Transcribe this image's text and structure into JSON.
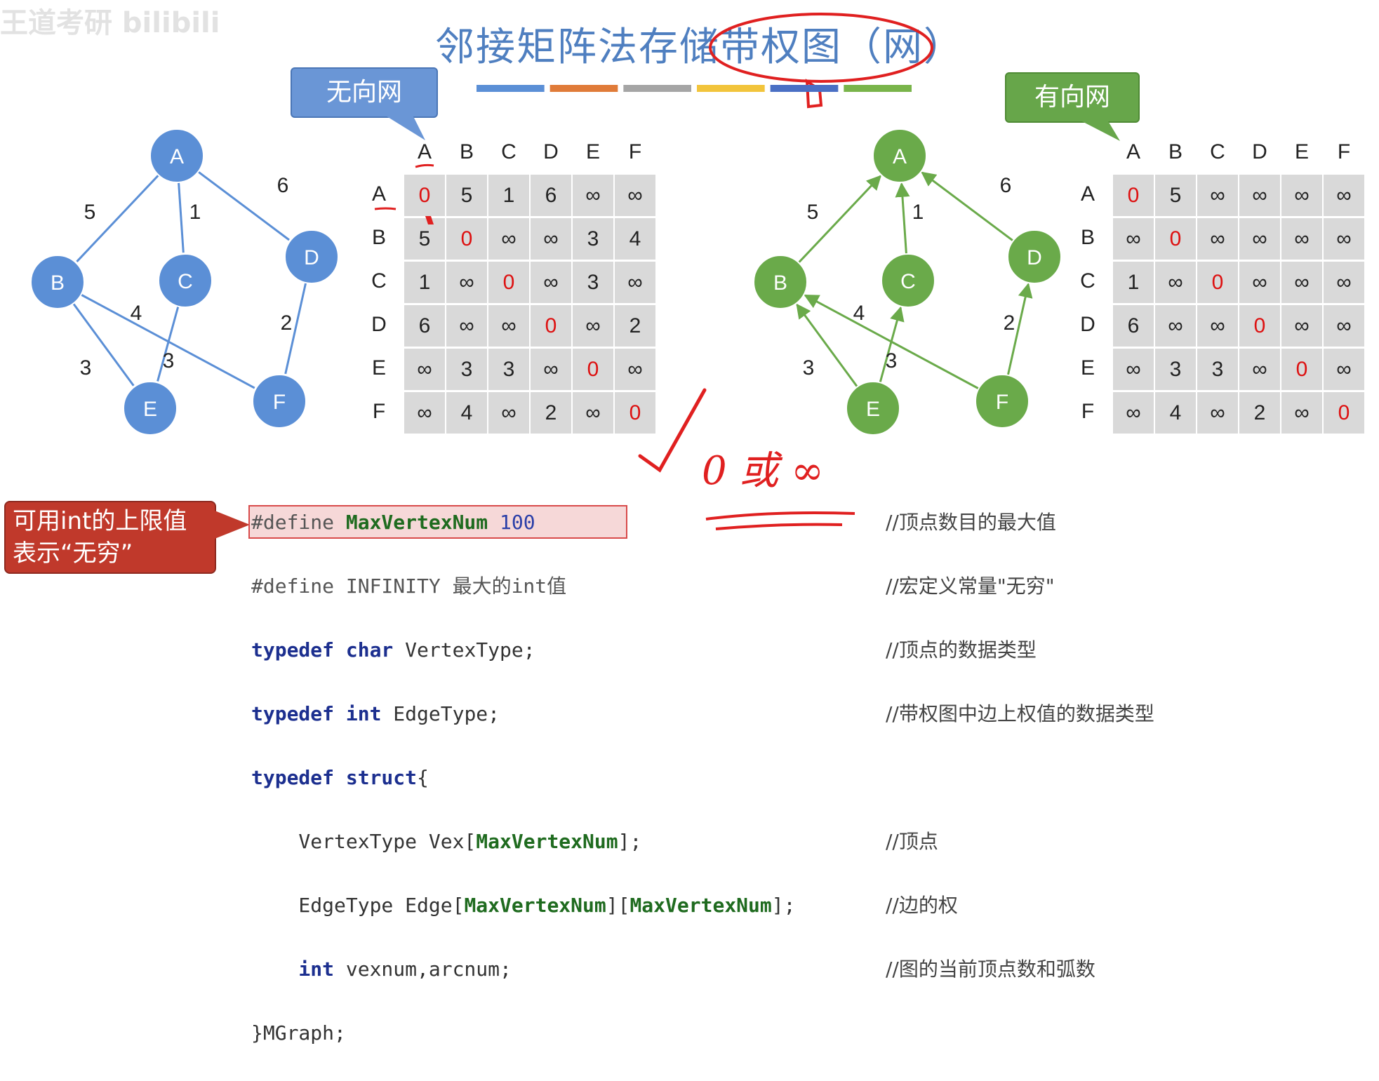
{
  "title": "邻接矩阵法存储带权图（网）",
  "watermark": "王道考研 bilibili",
  "colorbar_colors": [
    "#5b8fd6",
    "#e07b39",
    "#a5a5a5",
    "#f2c43b",
    "#4a6fc4",
    "#79b44a"
  ],
  "callouts": {
    "undirected": "无向网",
    "directed": "有向网"
  },
  "undirected_graph": {
    "color": "#5b8fd6",
    "nodes": [
      "A",
      "B",
      "C",
      "D",
      "E",
      "F"
    ],
    "edges": [
      {
        "from": "A",
        "to": "B",
        "weight": "5"
      },
      {
        "from": "A",
        "to": "C",
        "weight": "1"
      },
      {
        "from": "A",
        "to": "D",
        "weight": "6"
      },
      {
        "from": "B",
        "to": "E",
        "weight": "3"
      },
      {
        "from": "B",
        "to": "F",
        "weight": "4"
      },
      {
        "from": "C",
        "to": "E",
        "weight": "3"
      },
      {
        "from": "D",
        "to": "F",
        "weight": "2"
      }
    ]
  },
  "directed_graph": {
    "color": "#6aaa4a",
    "nodes": [
      "A",
      "B",
      "C",
      "D",
      "E",
      "F"
    ],
    "edges": [
      {
        "from": "B",
        "to": "A",
        "weight": "5"
      },
      {
        "from": "C",
        "to": "A",
        "weight": "1"
      },
      {
        "from": "D",
        "to": "A",
        "weight": "6"
      },
      {
        "from": "E",
        "to": "B",
        "weight": "3"
      },
      {
        "from": "F",
        "to": "B",
        "weight": "4"
      },
      {
        "from": "E",
        "to": "C",
        "weight": "3"
      },
      {
        "from": "F",
        "to": "D",
        "weight": "2"
      }
    ]
  },
  "matrix_headers": [
    "A",
    "B",
    "C",
    "D",
    "E",
    "F"
  ],
  "undirected_matrix": [
    [
      "0",
      "5",
      "1",
      "6",
      "∞",
      "∞"
    ],
    [
      "5",
      "0",
      "∞",
      "∞",
      "3",
      "4"
    ],
    [
      "1",
      "∞",
      "0",
      "∞",
      "3",
      "∞"
    ],
    [
      "6",
      "∞",
      "∞",
      "0",
      "∞",
      "2"
    ],
    [
      "∞",
      "3",
      "3",
      "∞",
      "0",
      "∞"
    ],
    [
      "∞",
      "4",
      "∞",
      "2",
      "∞",
      "0"
    ]
  ],
  "directed_matrix": [
    [
      "0",
      "5",
      "∞",
      "∞",
      "∞",
      "∞"
    ],
    [
      "∞",
      "0",
      "∞",
      "∞",
      "∞",
      "∞"
    ],
    [
      "1",
      "∞",
      "0",
      "∞",
      "∞",
      "∞"
    ],
    [
      "6",
      "∞",
      "∞",
      "0",
      "∞",
      "∞"
    ],
    [
      "∞",
      "3",
      "3",
      "∞",
      "0",
      "∞"
    ],
    [
      "∞",
      "4",
      "∞",
      "2",
      "∞",
      "0"
    ]
  ],
  "annotation_handwritten": "0 或 ∞",
  "red_callout": "可用int的上限值表示“无穷”",
  "code_lines": [
    "#define MaxVertexNum 100",
    "#define INFINITY 最大的int值",
    "typedef char VertexType;",
    "typedef int EdgeType;",
    "typedef struct{",
    "    VertexType Vex[MaxVertexNum];",
    "    EdgeType Edge[MaxVertexNum][MaxVertexNum];",
    "    int vexnum,arcnum;",
    "}MGraph;"
  ],
  "comments": [
    "//顶点数目的最大值",
    "//宏定义常量\"无穷\"",
    "//顶点的数据类型",
    "//带权图中边上权值的数据类型",
    "",
    "//顶点",
    "//边的权",
    "//图的当前顶点数和弧数",
    ""
  ]
}
